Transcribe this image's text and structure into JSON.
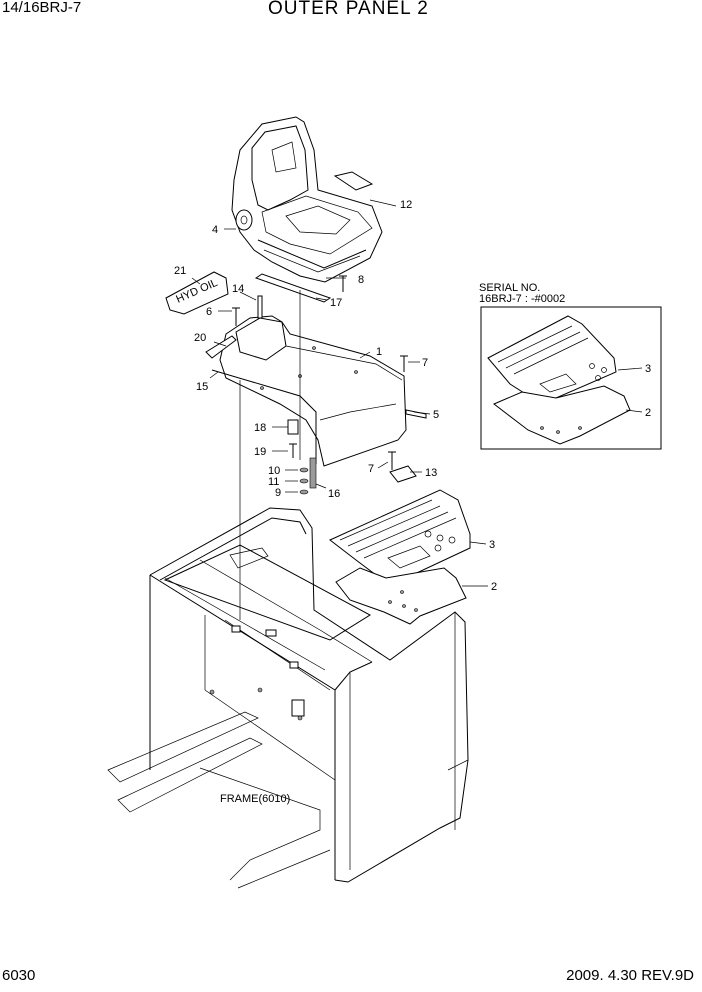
{
  "header": {
    "model": "14/16BRJ-7",
    "title": "OUTER PANEL 2"
  },
  "footer": {
    "page": "6030",
    "date_rev": "2009. 4.30  REV.9D"
  },
  "serial_box": {
    "line1": "SERIAL NO.",
    "line2": "16BRJ-7 : -#0002"
  },
  "frame_label": "FRAME(6010)",
  "decal_text": "HYD OIL",
  "callouts": {
    "c1": "1",
    "c2a": "2",
    "c2b": "2",
    "c3a": "3",
    "c3b": "3",
    "c4": "4",
    "c5": "5",
    "c6": "6",
    "c7a": "7",
    "c7b": "7",
    "c8": "8",
    "c9": "9",
    "c10": "10",
    "c11": "11",
    "c12": "12",
    "c13": "13",
    "c14": "14",
    "c15": "15",
    "c16": "16",
    "c17": "17",
    "c18": "18",
    "c19": "19",
    "c20": "20",
    "c21": "21"
  },
  "colors": {
    "line": "#000000",
    "background": "#ffffff",
    "shade": "#9a9a9a"
  }
}
